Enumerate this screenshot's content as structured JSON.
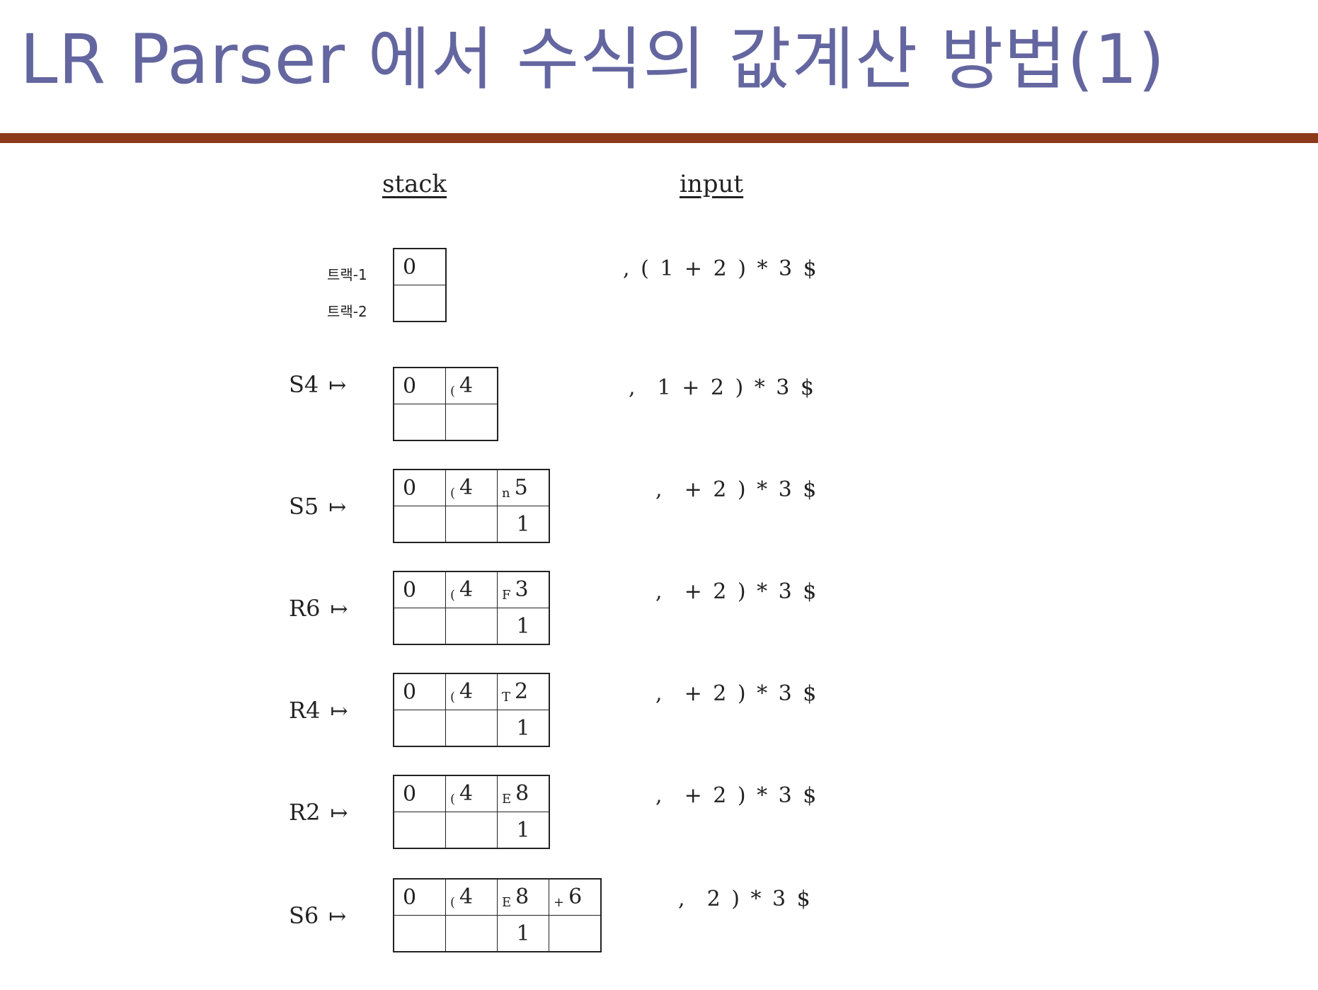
{
  "title": "LR Parser 에서 수식의 값계산 방법(1)",
  "colors": {
    "title": "#6466a0",
    "rule": "#8b3a1a"
  },
  "headers": {
    "stack": "stack",
    "input": "input"
  },
  "track_labels": [
    "트랙-1",
    "트랙-2"
  ],
  "steps": [
    {
      "action": "",
      "cells": [
        {
          "symbol": "",
          "state": "0",
          "value": ""
        }
      ],
      "input": ", ( 1 + 2 ) * 3 $"
    },
    {
      "action": "S4",
      "cells": [
        {
          "symbol": "",
          "state": "0",
          "value": ""
        },
        {
          "symbol": "(",
          "state": "4",
          "value": ""
        }
      ],
      "input": ",  1 + 2 ) * 3 $"
    },
    {
      "action": "S5",
      "cells": [
        {
          "symbol": "",
          "state": "0",
          "value": ""
        },
        {
          "symbol": "(",
          "state": "4",
          "value": ""
        },
        {
          "symbol": "n",
          "state": "5",
          "value": "1"
        }
      ],
      "input": ",  + 2 ) * 3 $"
    },
    {
      "action": "R6",
      "cells": [
        {
          "symbol": "",
          "state": "0",
          "value": ""
        },
        {
          "symbol": "(",
          "state": "4",
          "value": ""
        },
        {
          "symbol": "F",
          "state": "3",
          "value": "1"
        }
      ],
      "input": ",  + 2 ) * 3 $"
    },
    {
      "action": "R4",
      "cells": [
        {
          "symbol": "",
          "state": "0",
          "value": ""
        },
        {
          "symbol": "(",
          "state": "4",
          "value": ""
        },
        {
          "symbol": "T",
          "state": "2",
          "value": "1"
        }
      ],
      "input": ",  + 2 ) * 3 $"
    },
    {
      "action": "R2",
      "cells": [
        {
          "symbol": "",
          "state": "0",
          "value": ""
        },
        {
          "symbol": "(",
          "state": "4",
          "value": ""
        },
        {
          "symbol": "E",
          "state": "8",
          "value": "1"
        }
      ],
      "input": ",  + 2 ) * 3 $"
    },
    {
      "action": "S6",
      "cells": [
        {
          "symbol": "",
          "state": "0",
          "value": ""
        },
        {
          "symbol": "(",
          "state": "4",
          "value": ""
        },
        {
          "symbol": "E",
          "state": "8",
          "value": "1"
        },
        {
          "symbol": "+",
          "state": "6",
          "value": ""
        }
      ],
      "input": ",  2 ) * 3 $"
    }
  ],
  "arrow": "↦"
}
